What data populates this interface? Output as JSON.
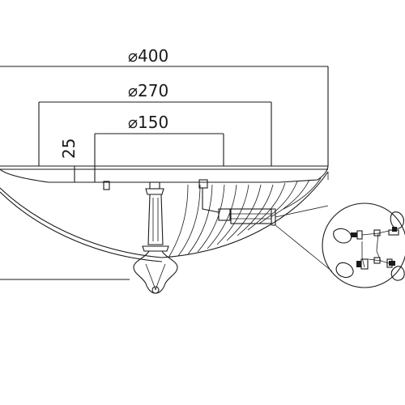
{
  "dimensions": {
    "outer_diameter": "⌀400",
    "middle_diameter": "⌀270",
    "inner_diameter": "⌀150",
    "height": "25"
  },
  "colors": {
    "line": "#1a1a1a",
    "background": "#ffffff"
  },
  "icons": [
    "bulb-icon",
    "socket-icon"
  ]
}
